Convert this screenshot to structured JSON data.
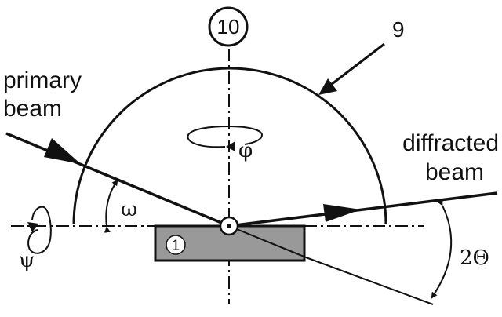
{
  "labels": {
    "primary_line1": "primary",
    "primary_line2": "beam",
    "diffracted_line1": "diffracted",
    "diffracted_line2": "beam",
    "omega": "ω",
    "phi": "φ",
    "psi": "ψ",
    "two_theta": "2Θ",
    "callout_10": "10",
    "callout_9": "9",
    "sample_number": "1"
  },
  "colors": {
    "ink": "#111111",
    "sample_fill": "#999999",
    "background": "#ffffff"
  }
}
